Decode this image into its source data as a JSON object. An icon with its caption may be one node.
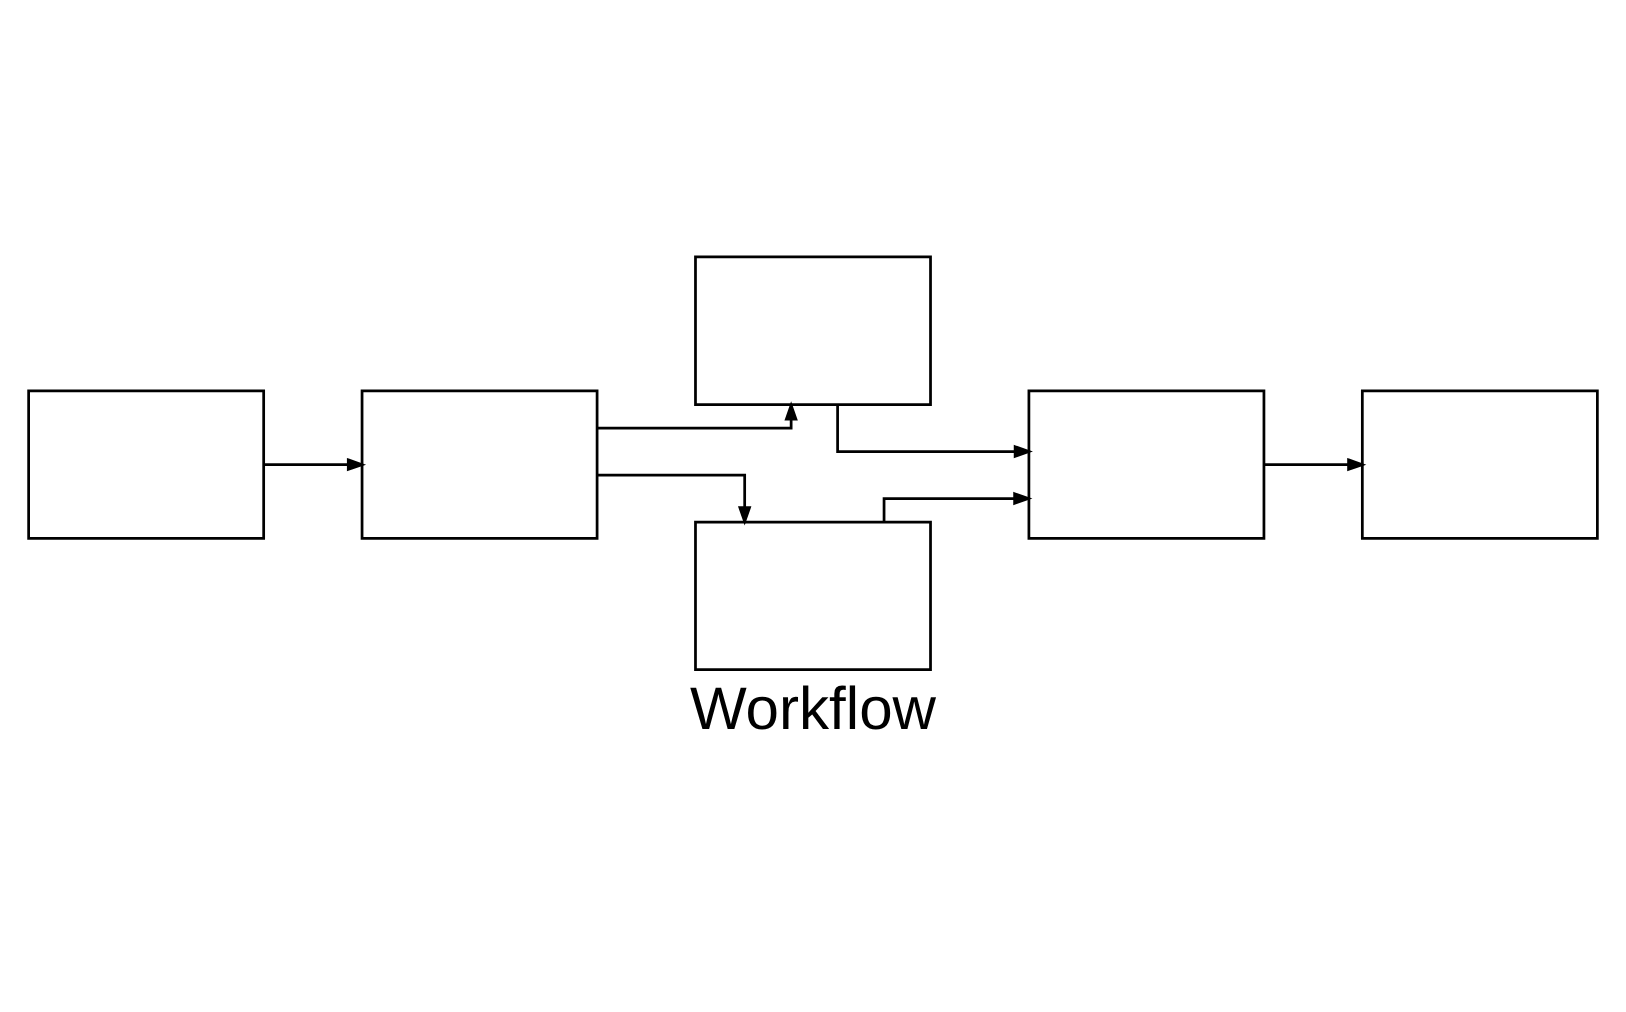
{
  "diagram": {
    "caption": "Workflow",
    "nodes": [
      {
        "text": [],
        "shape": "box"
      },
      {
        "text": [],
        "shape": "box"
      },
      {
        "text": [],
        "shape": "box"
      },
      {
        "text": [],
        "shape": "box"
      },
      {
        "text": [],
        "shape": "box"
      },
      {
        "text": [],
        "shape": "box"
      }
    ],
    "edges": [
      {
        "from": 0,
        "to": 1,
        "arrow": "to"
      },
      {
        "from": 1,
        "to": 2,
        "arrow": "to"
      },
      {
        "from": 1,
        "to": 3,
        "arrow": "to"
      },
      {
        "from": 2,
        "to": 4,
        "arrow": "to"
      },
      {
        "from": 3,
        "to": 4,
        "arrow": "to"
      },
      {
        "from": 4,
        "to": 5,
        "arrow": "to"
      }
    ]
  }
}
